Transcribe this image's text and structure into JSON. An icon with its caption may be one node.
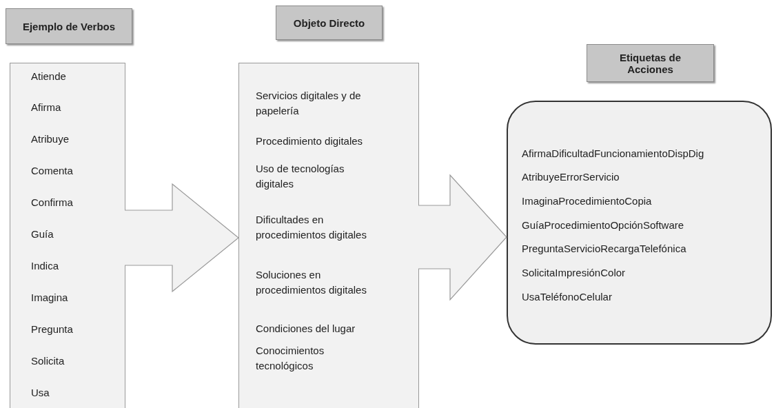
{
  "diagram": {
    "nodes": [
      {
        "text": [
          "Ejemplo de Verbos"
        ]
      },
      {
        "text": [
          "Atiende",
          "Afirma",
          "Atribuye",
          "Comenta",
          "Confirma",
          "Guía",
          "Indica",
          "Imagina",
          "Pregunta",
          "Solicita",
          "Usa"
        ]
      },
      {
        "text": [
          "Objeto Directo"
        ]
      },
      {
        "text": [
          "Servicios digitales y de papelería",
          "Procedimiento digitales",
          "Uso de tecnologías digitales",
          "Dificultades en procedimientos digitales",
          "Soluciones en procedimientos digitales",
          "Condiciones del lugar",
          "Conocimientos tecnológicos"
        ]
      },
      {
        "text": [
          "Etiquetas de Acciones"
        ]
      },
      {
        "text": [
          "AfirmaDificultadFuncionamientoDispDig",
          "AtribuyeErrorServicio",
          "ImaginaProcedimientoCopia",
          "GuíaProcedimientoOpciónSoftware",
          "PreguntaServicioRecargaTelefónica",
          "SolicitaImpresiónColor",
          "UsaTeléfonoCelular"
        ]
      }
    ],
    "edges": [
      {
        "from": 1,
        "to": 3,
        "arrow": "to"
      },
      {
        "from": 3,
        "to": 5,
        "arrow": "to"
      }
    ]
  }
}
